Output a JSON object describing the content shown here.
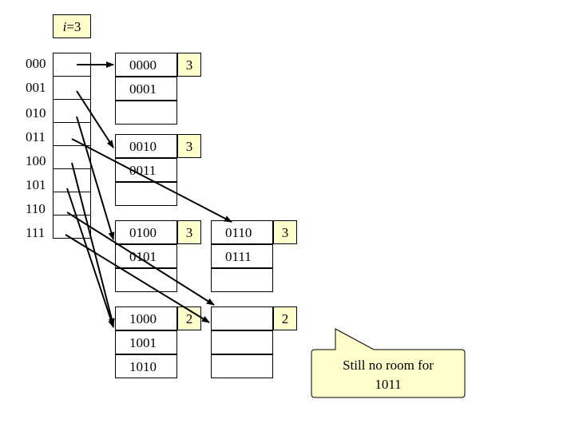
{
  "global_depth": {
    "var": "i",
    "value": "=3"
  },
  "directory": [
    "000",
    "001",
    "010",
    "011",
    "100",
    "101",
    "110",
    "111"
  ],
  "buckets": [
    {
      "id": "b0000",
      "depth": "3",
      "entries": [
        "0000",
        "0001",
        ""
      ]
    },
    {
      "id": "b0010",
      "depth": "3",
      "entries": [
        "0010",
        "0011",
        ""
      ]
    },
    {
      "id": "b0100",
      "depth": "3",
      "entries": [
        "0100",
        "0101",
        ""
      ]
    },
    {
      "id": "b0110",
      "depth": "3",
      "entries": [
        "0110",
        "0111",
        ""
      ]
    },
    {
      "id": "b1000",
      "depth": "2",
      "entries": [
        "1000",
        "1001",
        "1010"
      ]
    },
    {
      "id": "bnew",
      "depth": "2",
      "entries": [
        "",
        "",
        ""
      ]
    }
  ],
  "callout": {
    "line1": "Still no room for",
    "line2": "1011"
  }
}
